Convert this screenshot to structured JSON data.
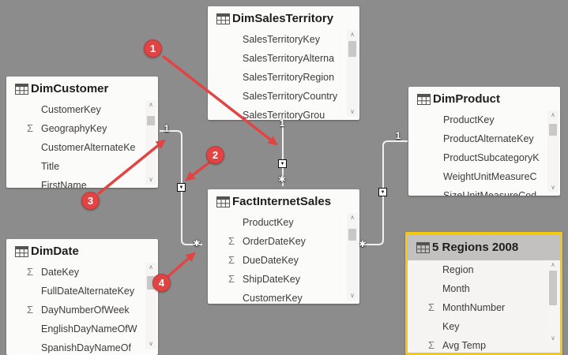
{
  "view": {
    "name": "Power BI model relationships view"
  },
  "colors": {
    "canvas_background": "#8c8c8c",
    "table_background": "#fbfbfa",
    "selected_border_yellow": "#f2c811",
    "selected_header_gray": "#c2c1c0",
    "annotation_red": "#e24444",
    "relationship_line": "#efefef",
    "title_text": "#1f1e1d",
    "field_text": "#3d3b39"
  },
  "icons": {
    "sigma": "Σ",
    "scroll_up": "∧",
    "scroll_down": "∨",
    "filter_direction_down": "▼",
    "table_icon": "grid"
  },
  "tables": [
    {
      "title": "DimSalesTerritory",
      "selected": false,
      "fields": [
        {
          "name": "SalesTerritoryKey",
          "sigma": false
        },
        {
          "name": "SalesTerritoryAlterna",
          "sigma": false
        },
        {
          "name": "SalesTerritoryRegion",
          "sigma": false
        },
        {
          "name": "SalesTerritoryCountry",
          "sigma": false
        },
        {
          "name": "SalesTerritoryGrou",
          "sigma": false
        }
      ]
    },
    {
      "title": "DimCustomer",
      "selected": false,
      "fields": [
        {
          "name": "CustomerKey",
          "sigma": false
        },
        {
          "name": "GeographyKey",
          "sigma": true
        },
        {
          "name": "CustomerAlternateKe",
          "sigma": false
        },
        {
          "name": "Title",
          "sigma": false
        },
        {
          "name": "FirstName",
          "sigma": false
        }
      ]
    },
    {
      "title": "DimProduct",
      "selected": false,
      "fields": [
        {
          "name": "ProductKey",
          "sigma": false
        },
        {
          "name": "ProductAlternateKey",
          "sigma": false
        },
        {
          "name": "ProductSubcategoryK",
          "sigma": false
        },
        {
          "name": "WeightUnitMeasureC",
          "sigma": false
        },
        {
          "name": "SizeUnitMeasureCod",
          "sigma": false
        }
      ]
    },
    {
      "title": "FactInternetSales",
      "selected": false,
      "fields": [
        {
          "name": "ProductKey",
          "sigma": false
        },
        {
          "name": "OrderDateKey",
          "sigma": true
        },
        {
          "name": "DueDateKey",
          "sigma": true
        },
        {
          "name": "ShipDateKey",
          "sigma": true
        },
        {
          "name": "CustomerKey",
          "sigma": false
        }
      ]
    },
    {
      "title": "DimDate",
      "selected": false,
      "fields": [
        {
          "name": "DateKey",
          "sigma": true
        },
        {
          "name": "FullDateAlternateKey",
          "sigma": false
        },
        {
          "name": "DayNumberOfWeek",
          "sigma": true
        },
        {
          "name": "EnglishDayNameOfW",
          "sigma": false
        },
        {
          "name": "SpanishDayNameOf",
          "sigma": false
        }
      ]
    },
    {
      "title": "5 Regions 2008",
      "selected": true,
      "fields": [
        {
          "name": "Region",
          "sigma": false
        },
        {
          "name": "Month",
          "sigma": false
        },
        {
          "name": "MonthNumber",
          "sigma": true
        },
        {
          "name": "Key",
          "sigma": false
        },
        {
          "name": "Avg Temp",
          "sigma": true
        }
      ]
    }
  ],
  "relationships": [
    {
      "from_table": "DimCustomer",
      "to_table": "FactInternetSales",
      "one_label": "1",
      "many_label": "✱",
      "direction": "▼"
    },
    {
      "from_table": "DimSalesTerritory",
      "to_table": "FactInternetSales",
      "one_label": "1",
      "many_label": "✱",
      "direction": "▼"
    },
    {
      "from_table": "DimProduct",
      "to_table": "FactInternetSales",
      "one_label": "1",
      "many_label": "✱",
      "direction": "▼"
    }
  ],
  "annotations": [
    {
      "number": "1"
    },
    {
      "number": "2"
    },
    {
      "number": "3"
    },
    {
      "number": "4"
    }
  ]
}
